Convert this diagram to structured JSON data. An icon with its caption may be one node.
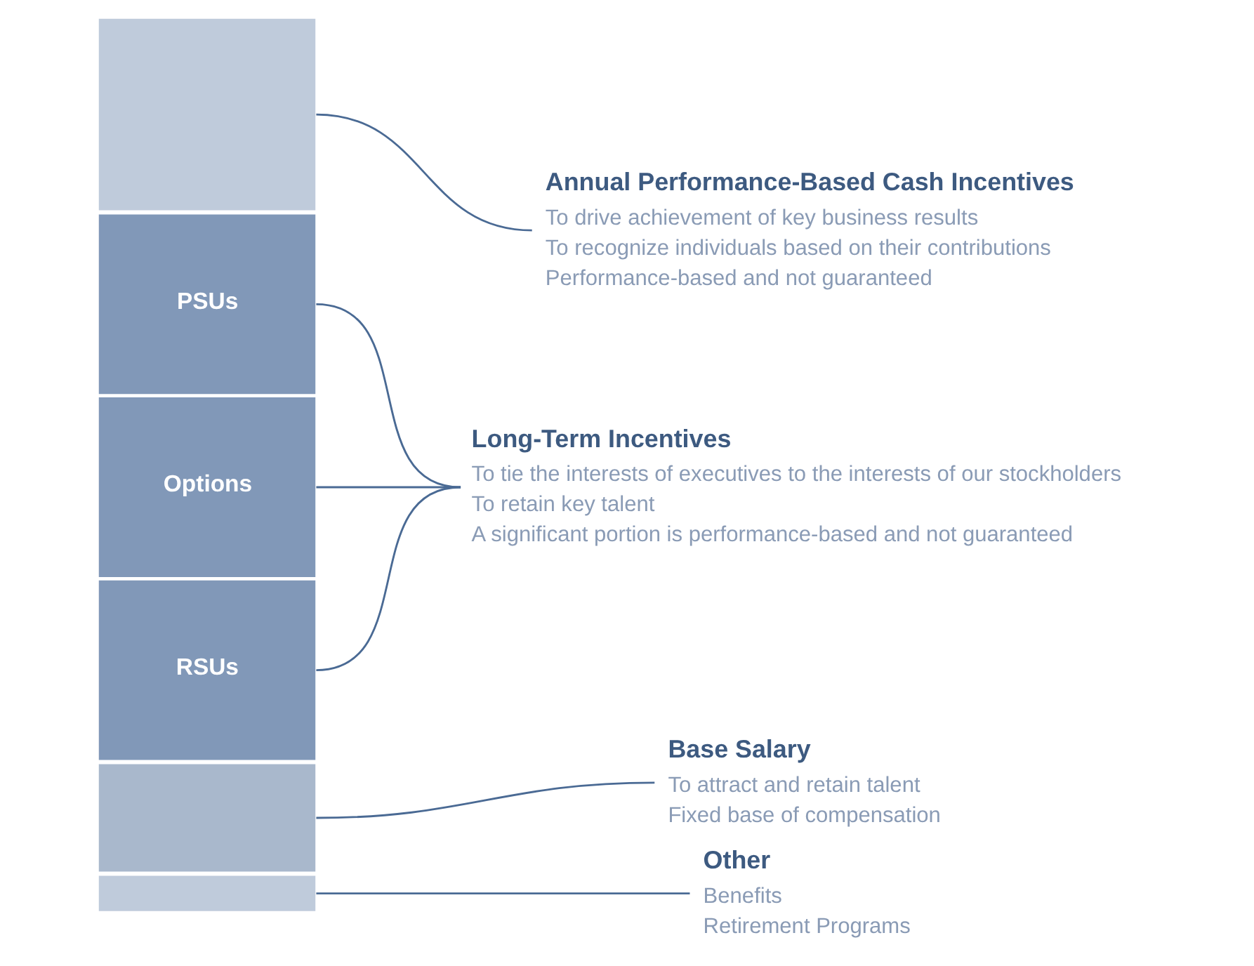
{
  "diagram": {
    "nodes": [
      {
        "text": [],
        "shape": "box"
      },
      {
        "text": [
          "PSUs"
        ]
      },
      {
        "text": [
          "Options"
        ]
      },
      {
        "text": [
          "RSUs"
        ]
      },
      {
        "text": [],
        "shape": "box"
      },
      {
        "text": [],
        "shape": "box"
      },
      {
        "text": [
          "Annual Performance-Based Cash Incentives",
          "To drive achievement of key business results",
          "To recognize individuals based on their contributions",
          "Performance-based and not guaranteed"
        ]
      },
      {
        "text": [
          "Long-Term Incentives",
          "To tie the interests of executives to the interests of our stockholders",
          "To retain key talent",
          "A significant portion is performance-based and not guaranteed"
        ]
      },
      {
        "text": [
          "Base Salary",
          "To attract and retain talent",
          "Fixed base of compensation"
        ]
      },
      {
        "text": [
          "Other",
          "Benefits",
          "Retirement Programs"
        ]
      }
    ],
    "edges": [
      {
        "from": 0,
        "to": 6,
        "arrow": "none"
      },
      {
        "from": 1,
        "to": 7,
        "arrow": "none"
      },
      {
        "from": 2,
        "to": 7,
        "arrow": "none"
      },
      {
        "from": 3,
        "to": 7,
        "arrow": "none"
      },
      {
        "from": 4,
        "to": 8,
        "arrow": "none"
      },
      {
        "from": 5,
        "to": 9,
        "arrow": "none"
      }
    ]
  }
}
